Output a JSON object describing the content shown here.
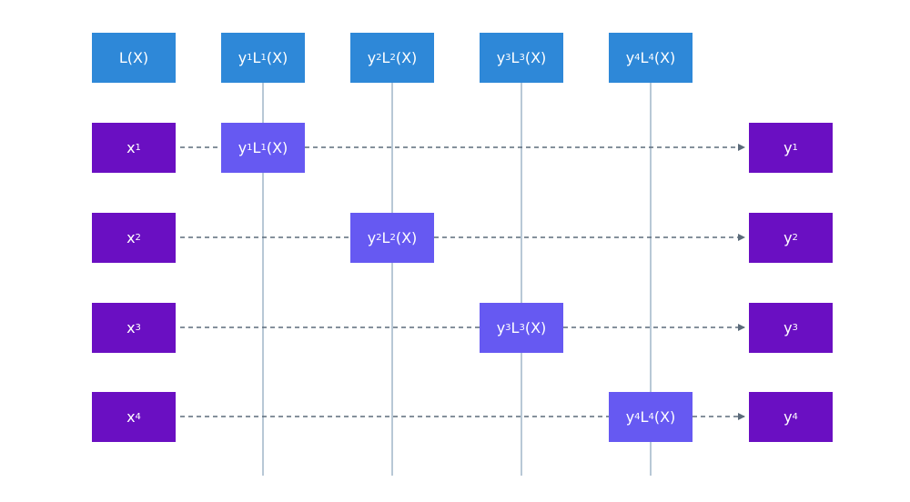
{
  "colors": {
    "header_box": "#2e88d8",
    "input_box": "#6a0fc2",
    "output_box": "#6a0fc2",
    "term_box": "#6659f2",
    "vertical_line": "#b8c8d6",
    "dashed_arrow": "#5b6b7a"
  },
  "headers": [
    {
      "main": "L(X)",
      "sub1": "",
      "mid": "",
      "sub2": "",
      "tail": ""
    },
    {
      "main": "y",
      "sub1": "1",
      "mid": "L",
      "sub2": "1",
      "tail": "(X)"
    },
    {
      "main": "y",
      "sub1": "2",
      "mid": "L",
      "sub2": "2",
      "tail": "(X)"
    },
    {
      "main": "y",
      "sub1": "3",
      "mid": "L",
      "sub2": "3",
      "tail": "(X)"
    },
    {
      "main": "y",
      "sub1": "4",
      "mid": "L",
      "sub2": "4",
      "tail": "(X)"
    }
  ],
  "rows": [
    {
      "input": {
        "main": "x",
        "sub": "1"
      },
      "term": {
        "main": "y",
        "sub1": "1",
        "mid": "L",
        "sub2": "1",
        "tail": "(X)"
      },
      "output": {
        "main": "y",
        "sub": "1"
      }
    },
    {
      "input": {
        "main": "x",
        "sub": "2"
      },
      "term": {
        "main": "y",
        "sub1": "2",
        "mid": "L",
        "sub2": "2",
        "tail": "(X)"
      },
      "output": {
        "main": "y",
        "sub": "2"
      }
    },
    {
      "input": {
        "main": "x",
        "sub": "3"
      },
      "term": {
        "main": "y",
        "sub1": "3",
        "mid": "L",
        "sub2": "3",
        "tail": "(X)"
      },
      "output": {
        "main": "y",
        "sub": "3"
      }
    },
    {
      "input": {
        "main": "x",
        "sub": "4"
      },
      "term": {
        "main": "y",
        "sub1": "4",
        "mid": "L",
        "sub2": "4",
        "tail": "(X)"
      },
      "output": {
        "main": "y",
        "sub": "4"
      }
    }
  ]
}
